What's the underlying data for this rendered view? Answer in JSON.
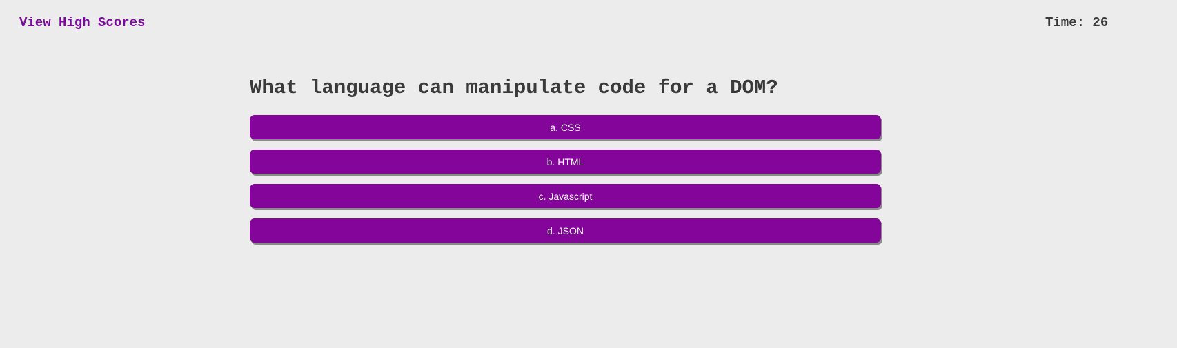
{
  "header": {
    "high_scores_link": "View High Scores",
    "timer_text": "Time: 26",
    "timer_label": "Time:",
    "timer_value": 26
  },
  "quiz": {
    "question": "What language can manipulate code for a DOM?",
    "choices": [
      {
        "label": "a. CSS"
      },
      {
        "label": "b. HTML"
      },
      {
        "label": "c. Javascript"
      },
      {
        "label": "d. JSON"
      }
    ]
  },
  "colors": {
    "background": "#ececec",
    "accent": "#840599",
    "link": "#7b0a9e",
    "text": "#3a3a3a",
    "button_text": "#ffffff",
    "button_shadow": "#8a8a8a"
  }
}
